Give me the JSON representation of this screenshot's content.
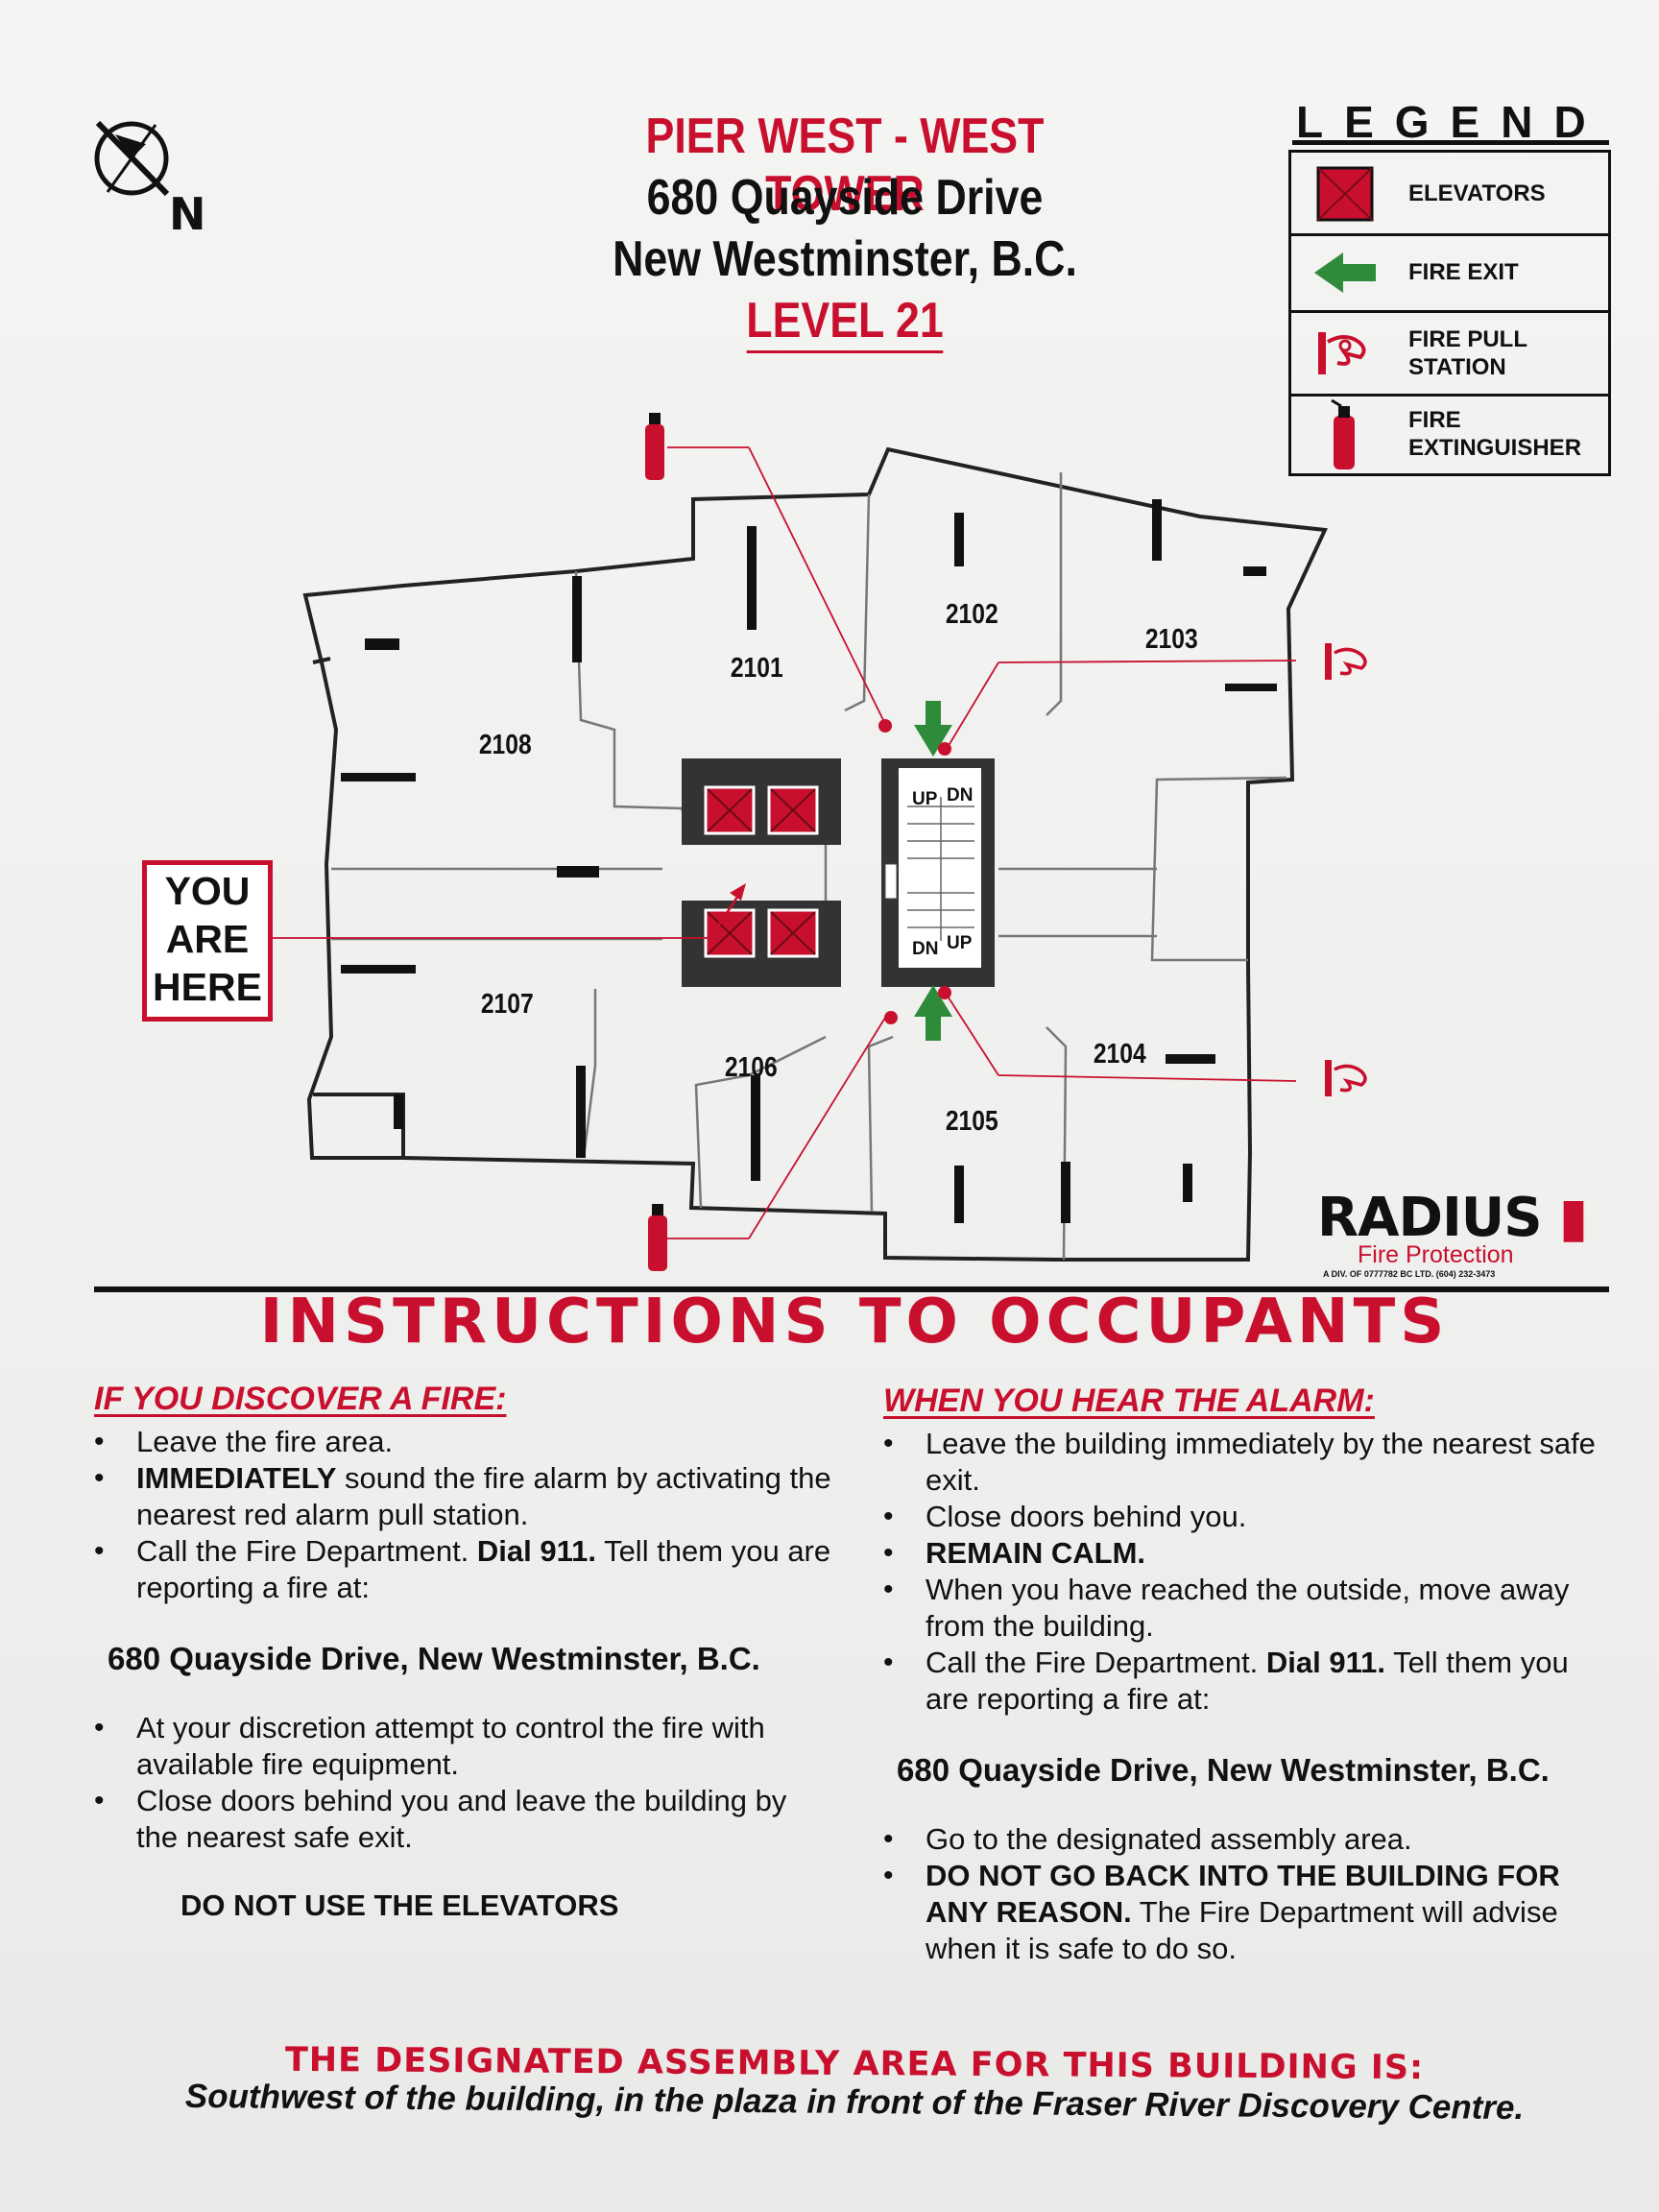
{
  "header": {
    "building": "PIER WEST - WEST TOWER",
    "street": "680 Quayside Drive",
    "city": "New Westminster, B.C.",
    "level": "LEVEL 21"
  },
  "compass": {
    "north_label": "N",
    "icon": "north-compass-icon"
  },
  "legend": {
    "title": "LEGEND",
    "items": [
      {
        "label": "ELEVATORS",
        "icon": "elevator-icon",
        "color": "#c8102e"
      },
      {
        "label": "FIRE  EXIT",
        "icon": "arrow-left-icon",
        "color": "#2e8b3a"
      },
      {
        "label": "FIRE PULL\nSTATION",
        "icon": "fire-pull-station-icon",
        "color": "#c8102e"
      },
      {
        "label": "FIRE\nEXTINGUISHER",
        "icon": "fire-extinguisher-icon",
        "color": "#c8102e"
      }
    ]
  },
  "floor_plan": {
    "units": [
      "2101",
      "2102",
      "2103",
      "2104",
      "2105",
      "2106",
      "2107",
      "2108"
    ],
    "stair_labels": {
      "up": "UP",
      "down": "DN"
    },
    "you_are_here": "YOU\nARE\nHERE"
  },
  "brand": {
    "name": "RADIUS",
    "tagline": "Fire Protection",
    "fine_print": "A DIV. OF 0777782 BC LTD.  (604) 232-3473"
  },
  "instructions": {
    "title": "INSTRUCTIONS TO OCCUPANTS",
    "discover": {
      "heading": "IF YOU DISCOVER A FIRE:",
      "item1": "Leave the fire area.",
      "item2_bold": "IMMEDIATELY",
      "item2_rest": " sound the fire alarm by activating the nearest red alarm pull station.",
      "item3_a": "Call the Fire Department.  ",
      "item3_bold": "Dial 911.",
      "item3_b": "  Tell them you are reporting a fire at:",
      "address": "680 Quayside Drive, New Westminster, B.C.",
      "item4": "At your discretion attempt to control the fire with available fire equipment.",
      "item5": "Close doors behind you and leave the building by the nearest safe exit.",
      "warning": "DO NOT USE THE ELEVATORS"
    },
    "alarm": {
      "heading": "WHEN YOU HEAR THE ALARM:",
      "item1": "Leave the building immediately by the nearest safe exit.",
      "item2": "Close doors behind you.",
      "item3_bold": "REMAIN CALM.",
      "item4": "When you have reached the outside, move away from the building.",
      "item5_a": "Call the Fire Department.  ",
      "item5_bold": "Dial 911.",
      "item5_b": "  Tell them you are reporting a fire at:",
      "address": "680 Quayside Drive, New Westminster, B.C.",
      "item6": "Go to the designated assembly area.",
      "item7_bold": "DO NOT GO BACK INTO THE BUILDING FOR ANY REASON.",
      "item7_rest": "  The Fire Department will advise when it is safe to do so."
    },
    "assembly_heading": "THE DESIGNATED ASSEMBLY AREA FOR THIS BUILDING IS:",
    "assembly_location": "Southwest of the building, in the plaza in front of the Fraser River Discovery Centre."
  }
}
